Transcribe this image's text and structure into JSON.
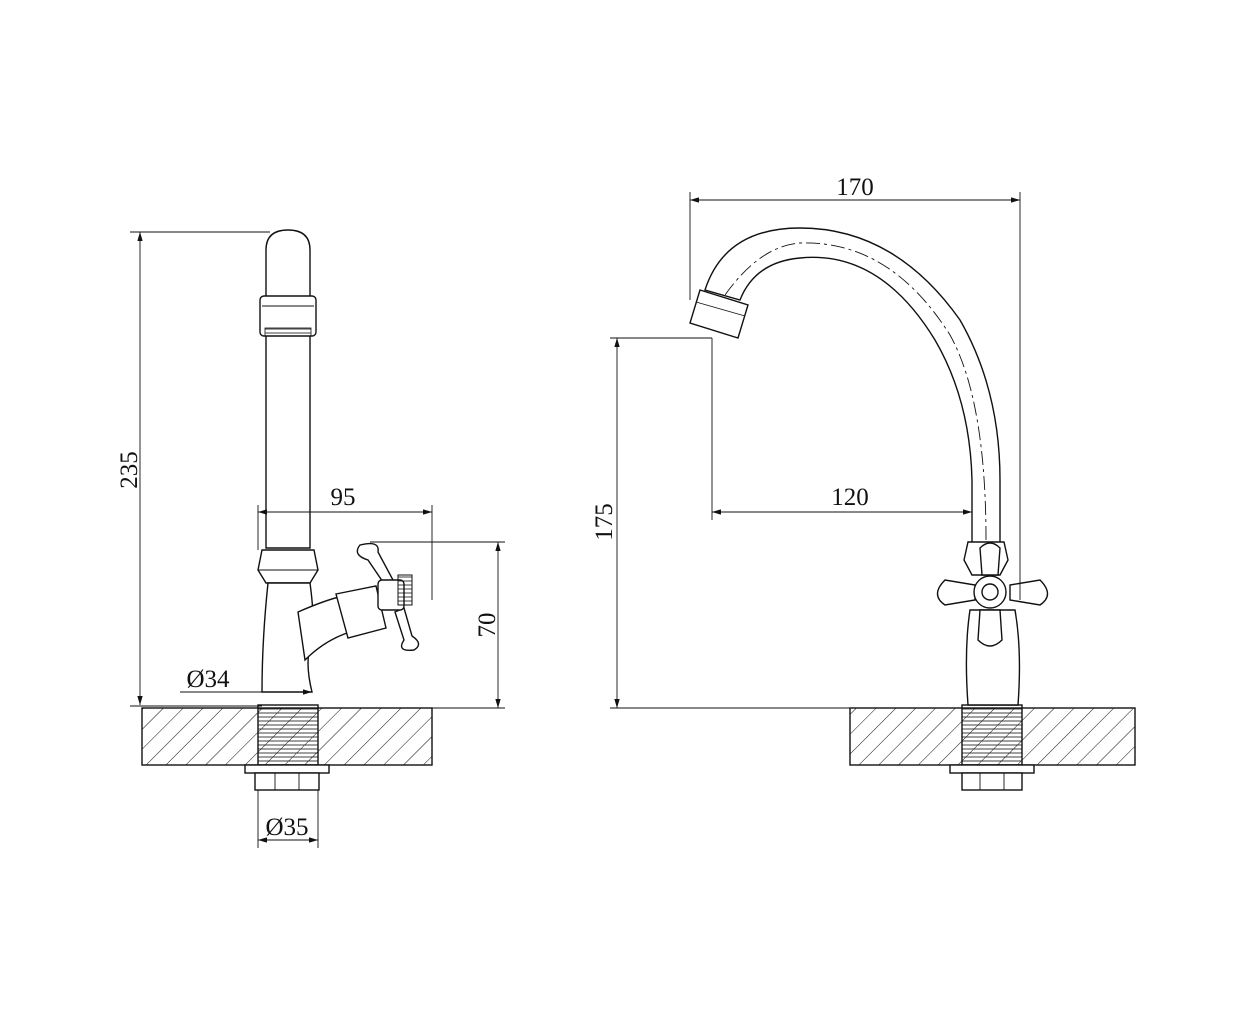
{
  "front_view": {
    "height_total": "235",
    "handle_reach": "95",
    "handle_height": "70",
    "body_diameter": "Ø34",
    "shank_diameter": "Ø35"
  },
  "side_view": {
    "overall_width": "170",
    "spout_reach": "120",
    "spout_height": "175"
  }
}
